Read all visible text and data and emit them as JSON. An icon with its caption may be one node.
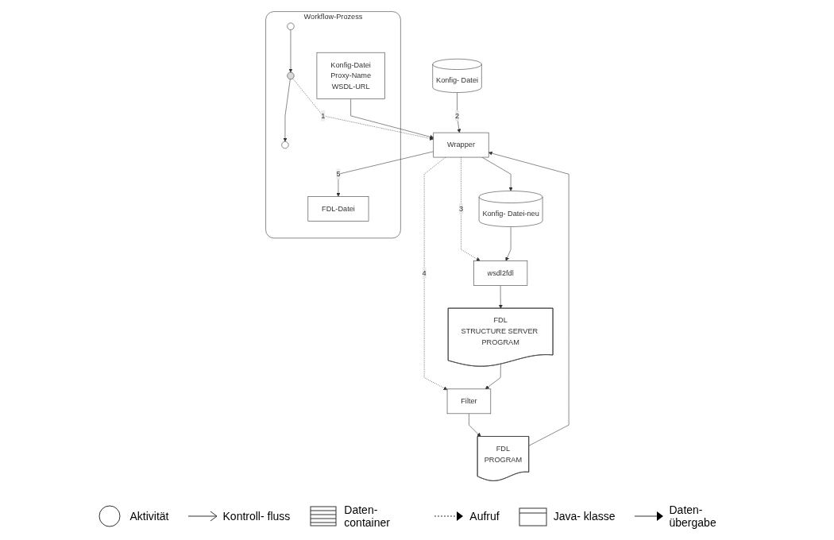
{
  "diagram": {
    "nodes": [
      {
        "text": [
          "Workflow-Prozess"
        ]
      },
      {
        "text": [],
        "shape": "circle",
        "in": 0
      },
      {
        "text": [
          "Konfig-Datei",
          "Proxy-Name",
          "WSDL-URL"
        ],
        "in": 0
      },
      {
        "text": [],
        "shape": "circle",
        "in": 0
      },
      {
        "text": [
          "FDL-Datei"
        ],
        "in": 0
      },
      {
        "text": [],
        "shape": "circle",
        "in": 0
      },
      {
        "text": [
          "Wrapper"
        ]
      },
      {
        "text": [
          "Konfig- Datei"
        ]
      },
      {
        "text": [
          "Konfig- Datei-neu"
        ]
      },
      {
        "text": [
          "wsdl2fdl"
        ]
      },
      {
        "text": [
          "FDL",
          "STRUCTURE SERVER PROGRAM"
        ]
      },
      {
        "text": [
          "Filter"
        ]
      },
      {
        "text": [
          "FDL",
          "PROGRAM"
        ]
      }
    ],
    "edges": [
      {
        "from": 1,
        "to": 3,
        "arrow": "to"
      },
      {
        "from": 3,
        "to": 5,
        "arrow": "to"
      },
      {
        "from": 3,
        "to": 6,
        "arrow": "to",
        "style": "dashed",
        "label": "1"
      },
      {
        "from": 2,
        "to": 6,
        "arrow": "to"
      },
      {
        "from": 7,
        "to": 6,
        "arrow": "to",
        "label": "2"
      },
      {
        "from": 6,
        "to": 4,
        "arrow": "to",
        "label": "5"
      },
      {
        "from": 6,
        "to": 8,
        "arrow": "to"
      },
      {
        "from": 6,
        "to": 9,
        "arrow": "to",
        "style": "dashed",
        "label": "3"
      },
      {
        "from": 6,
        "to": 11,
        "arrow": "to",
        "style": "dashed",
        "label": "4"
      },
      {
        "from": 8,
        "to": 9,
        "arrow": "to"
      },
      {
        "from": 9,
        "to": 10,
        "arrow": "to"
      },
      {
        "from": 10,
        "to": 11,
        "arrow": "to"
      },
      {
        "from": 11,
        "to": 12,
        "arrow": "to"
      },
      {
        "from": 12,
        "to": 6,
        "arrow": "to"
      }
    ],
    "legend": [
      {
        "text": "Aktivität"
      },
      {
        "text": "Kontroll- fluss"
      },
      {
        "text": "Daten- container"
      },
      {
        "text": "Aufruf"
      },
      {
        "text": "Java- klasse"
      },
      {
        "text": "Daten- übergabe"
      }
    ]
  }
}
